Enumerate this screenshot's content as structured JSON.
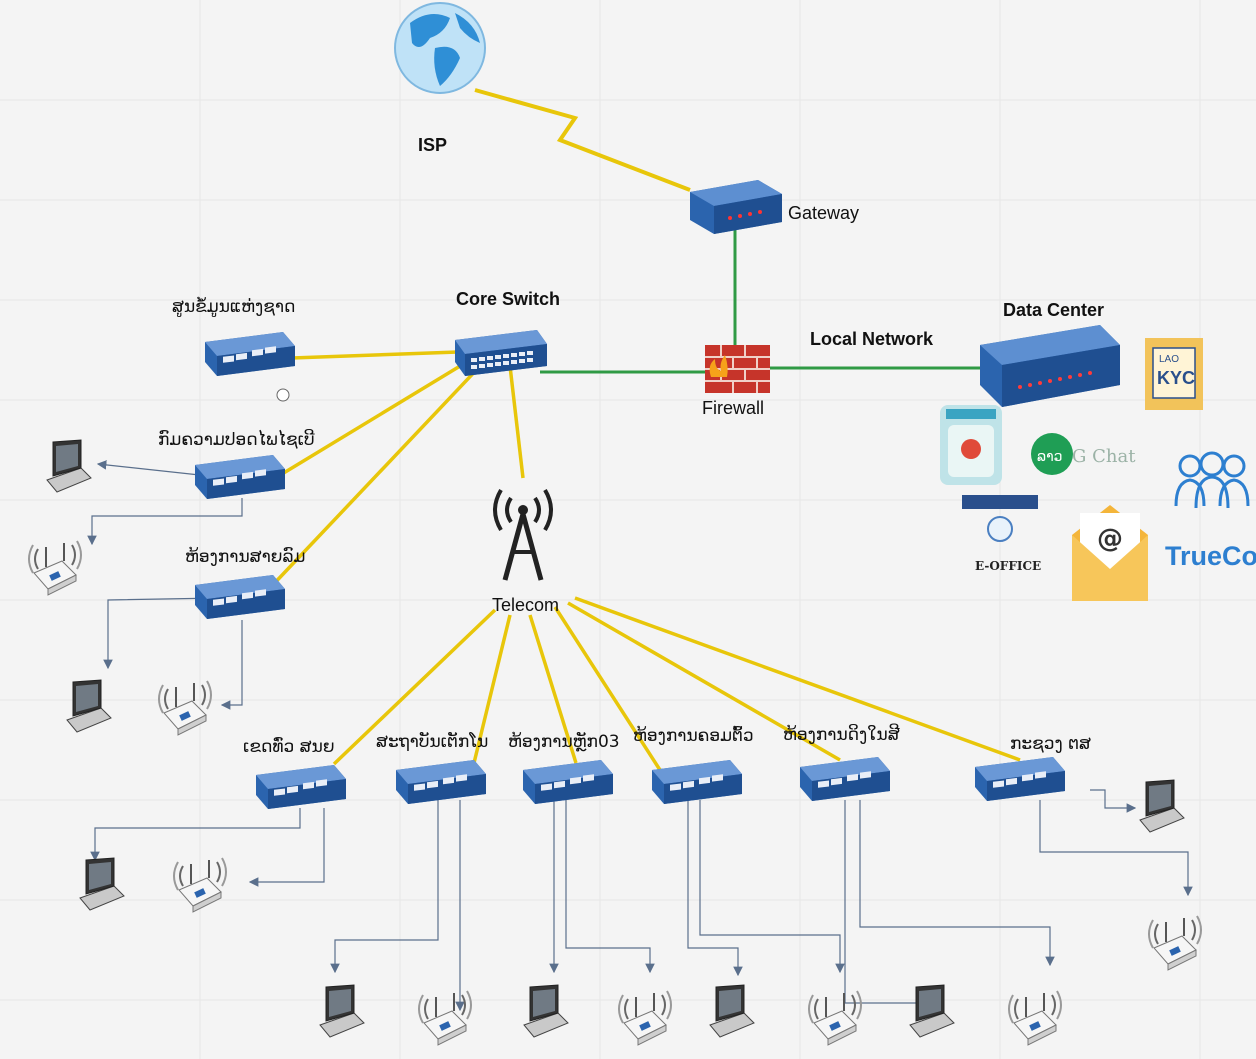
{
  "labels": {
    "isp": "ISP",
    "gateway": "Gateway",
    "core_switch": "Core Switch",
    "firewall": "Firewall",
    "local_network": "Local Network",
    "data_center": "Data Center",
    "telecom": "Telecom"
  },
  "branches": {
    "b1": "ສູນຂໍ້ມູນແຫ່ງຊາດ",
    "b2": "ກົມຄວາມປອດໄພໄຊເບີ",
    "b3": "ຫ້ອງການສາຍລົມ"
  },
  "remote_sites": [
    "ເຂດທ່ົວ ສນຍ",
    "ສະຖາບັນເຕັກໂນ",
    "ຫ້ອງການຫຼັກ03",
    "ຫ້ອງການຄອມຕົ້ວ",
    "ຫ້ອງການດິງໃນສີ",
    "ກະຊວງ ຕສ"
  ],
  "services": {
    "kyc_top": "LAO",
    "kyc_main": "KYC",
    "gchat": "G Chat",
    "gchat_logo": "ລາວ",
    "eoffice": "E-OFFICE",
    "trueconf": "TrueConf"
  },
  "colors": {
    "wan_link": "#e8c60a",
    "lan_link": "#2f9a45",
    "switch": "#2b64ae",
    "firewall": "#c6342a"
  }
}
